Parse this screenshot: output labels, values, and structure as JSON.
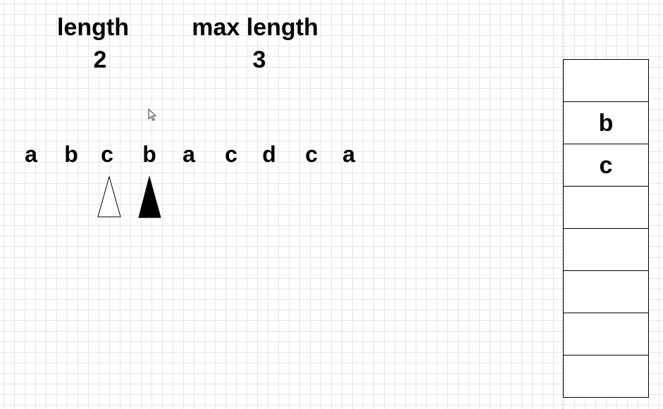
{
  "length": {
    "label": "length",
    "value": "2"
  },
  "max_length": {
    "label": "max length",
    "value": "3"
  },
  "sequence": [
    "a",
    "b",
    "c",
    "b",
    "a",
    "c",
    "d",
    "c",
    "a"
  ],
  "pointers": {
    "left": {
      "index": 2,
      "style": "outline"
    },
    "right": {
      "index": 3,
      "style": "filled"
    }
  },
  "stack": [
    "",
    "b",
    "c",
    "",
    "",
    "",
    "",
    ""
  ]
}
